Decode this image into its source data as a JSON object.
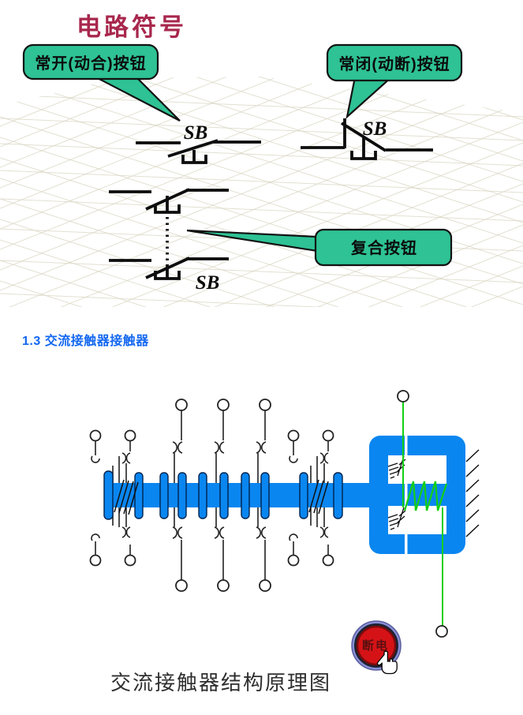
{
  "figure1": {
    "title": "电路符号",
    "callout_no": "常开(动合)按钮",
    "callout_nc": "常闭(动断)按钮",
    "callout_composite": "复合按钮",
    "sb1": "SB",
    "sb2": "SB",
    "sb3": "SB"
  },
  "section_heading": "1.3 交流接触器接触器",
  "figure2": {
    "button_label": "断电",
    "caption": "交流接触器结构原理图"
  },
  "colors": {
    "title_red": "#a8274d",
    "callout_green": "#2ec294",
    "heading_blue": "#1468f0",
    "diagram_blue": "#0a86f0",
    "wire_green": "#14cf14",
    "button_red": "#d51317",
    "button_ring_purple": "#8a8fd8"
  }
}
